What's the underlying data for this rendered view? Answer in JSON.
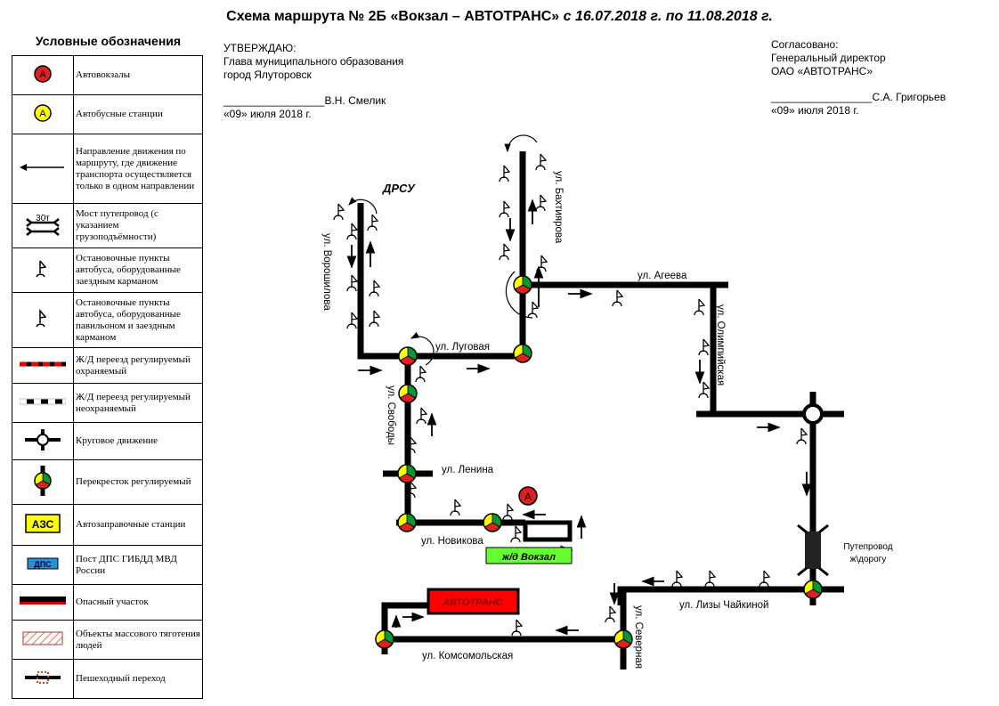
{
  "title": {
    "main": "Схема маршрута  № 2Б «Вокзал – АВТОТРАНС»",
    "dates": "с 16.07.2018  г. по 11.08.2018  г."
  },
  "legend": {
    "title": "Условные обозначения",
    "items": [
      {
        "icon": "bus-terminal-icon",
        "text": "Автовокзалы"
      },
      {
        "icon": "bus-station-icon",
        "text": "Автобусные станции"
      },
      {
        "icon": "one-way-arrow-icon",
        "text": "Направление движения по маршруту, где движение транспорта осуществляется только в одном направлении"
      },
      {
        "icon": "bridge-icon",
        "text": "Мост путепровод (с указанием грузоподъёмности)",
        "icon_label": "30т"
      },
      {
        "icon": "bus-stop-pocket-icon",
        "text": "Остановочные пункты автобуса, оборудованные заездным карманом"
      },
      {
        "icon": "bus-stop-pavilion-icon",
        "text": "Остановочные пункты автобуса, оборудованные павильоном и заездным карманом"
      },
      {
        "icon": "guarded-rail-crossing-icon",
        "text": "Ж/Д переезд регулируемый охраняемый"
      },
      {
        "icon": "unguarded-rail-crossing-icon",
        "text": "Ж/Д переезд регулируемый неохраняемый"
      },
      {
        "icon": "roundabout-icon",
        "text": "Круговое движение"
      },
      {
        "icon": "traffic-light-icon",
        "text": "Перекресток регулируемый"
      },
      {
        "icon": "gas-station-icon",
        "text": "Автозаправочные станции",
        "icon_label": "АЗС"
      },
      {
        "icon": "police-post-icon",
        "text": "Пост ДПС ГИБДД МВД России",
        "icon_label": "ДПС"
      },
      {
        "icon": "dangerous-section-icon",
        "text": "Опасный  участок"
      },
      {
        "icon": "crowd-objects-icon",
        "text": "Объекты массового тяготения людей"
      },
      {
        "icon": "pedestrian-crossing-icon",
        "text": "Пешеходный  переход"
      }
    ]
  },
  "approve_left": {
    "line1": "УТВЕРЖДАЮ:",
    "line2": "Глава муниципального  образования",
    "line3": "город Ялуторовск",
    "sign": "_________________В.Н.  Смелик",
    "date": "«09» июля 2018 г."
  },
  "approve_right": {
    "line1": "Согласовано:",
    "line2": "Генеральный  директор",
    "line3": "ОАО «АВТОТРАНС»",
    "sign": "_________________С.А.  Григорьев",
    "date": "«09» июля 2018 г."
  },
  "map": {
    "drsu": "ДРСУ",
    "streets": {
      "voroshilova": "ул. Ворошилова",
      "bakhtiyarova": "ул. Бахтиярова",
      "ageeva": "ул. Агеева",
      "olimpiyskaya": "ул. Олимпийская",
      "lugovaya": "ул. Луговая",
      "svobody": "ул. Свободы",
      "lenina": "ул. Ленина",
      "novikova": "ул. Новикова",
      "chaikinoy": "ул. Лизы Чайкиной",
      "severnaya": "ул. Северная",
      "komsomolskaya": "ул. Комсомольская"
    },
    "viaduct": {
      "line1": "Путепровод",
      "line2": "ж\\дорогу"
    },
    "station": "ж/д Вокзал",
    "depot": "АВТОТРАНС",
    "terminal_letter": "А",
    "colors": {
      "road": "#000000",
      "depot": "#ff0000",
      "station": "#66ff33",
      "light_yellow": "#ffff00",
      "light_green": "#009933",
      "light_red": "#e02020"
    }
  }
}
